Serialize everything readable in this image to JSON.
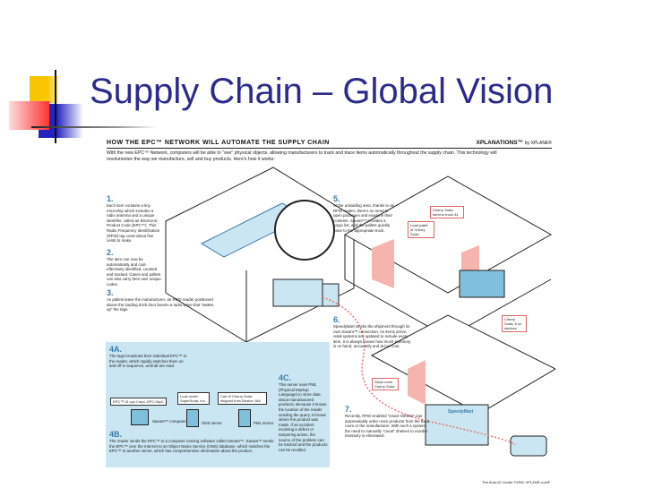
{
  "slide": {
    "title": "Supply Chain – Global Vision"
  },
  "infographic": {
    "heading": "HOW THE EPC™ NETWORK WILL AUTOMATE THE SUPPLY CHAIN",
    "brand": "XPLANATIONS™",
    "brand_by": "by XPLANE®",
    "intro": "With the new EPC™ Network, computers will be able to \"see\" physical objects, allowing manufacturers to track and trace items automatically throughout the supply chain. This technology will revolutionize the way we manufacture, sell and buy products. Here's how it works:",
    "steps": [
      {
        "num": "1.",
        "text": "Each item contains a tiny microchip which includes a radio antenna and a unique identifier, called an Electronic Product Code (EPC™). This Radio Frequency Identification (RFID) tag costs about five cents to make."
      },
      {
        "num": "2.",
        "text": "The item can now be automatically and cost-effectively identified, counted and tracked. Cases and pallets can also carry their own unique codes."
      },
      {
        "num": "3.",
        "text": "As pallets leave the manufacturer, an RFID reader positioned above the loading dock door beams a radio wave that \"wakes up\" the tags."
      },
      {
        "num": "4A.",
        "text": "The tags broadcast their individual EPC™ to the reader, which rapidly switches them on and off in sequence, until all are read."
      },
      {
        "num": "4B.",
        "text": "The reader sends the EPC™ to a computer running software called Savant™. Savant™ sends the EPC™ over the Internet to an Object Name Service (ONS) database, which matches the EPC™ to another server, which has comprehensive information about the product."
      },
      {
        "num": "4C.",
        "text": "This server uses PML (Physical Markup Language) to store data about manufactured products. Because it knows the location of the reader sending the query, it knows where the product was made. If an accident involving a defect or tampering arises, the source of the problem can be tracked and the products can be recalled."
      },
      {
        "num": "5.",
        "text": "At the unloading area, thanks to an RFID reader, there's no need to open packages and examine their contents. Savant™ provides a cargo list, and the pallets quickly route to the appropriate truck."
      },
      {
        "num": "6.",
        "text": "SpeedyMart stocks the shipment through its own Savant™ connection. As items arrive, retail systems are updated to include every item. It is always known how much inventory is on hand, accurately and at low cost."
      },
      {
        "num": "7.",
        "text": "Recently, RFID-enabled \"smart shelves\" can automatically order more products from the back room or the manufacturer. With such a system, the need to manually \"count\" shelves to reorder inventory is eliminated."
      }
    ],
    "labels": {
      "epc": "EPC™ 01.xyz.CmpL.DPC.0kpC",
      "look_under": "Look under SuperSoda, Inc.",
      "can_of": "Can of Cherry Soda shipped from Boston, MA",
      "savant": "Savant™ computer",
      "ons": "ONS server",
      "pml": "PML server",
      "send_truck": "Cherry Soda, send to truck 34",
      "load_pallet": "Load pallet of Cherry Soda",
      "on_shelves": "Cherry Soda, 6 on shelves",
      "stock_more": "Stock more Cherry Soda",
      "store_sign": "SpeedyMart"
    },
    "credit": "The Auto-ID Center ©2002 XPLANE.com®",
    "colors": {
      "blue": "#c9e6f2",
      "accent": "#3a7ca8",
      "rfid": "#e8736b"
    }
  }
}
